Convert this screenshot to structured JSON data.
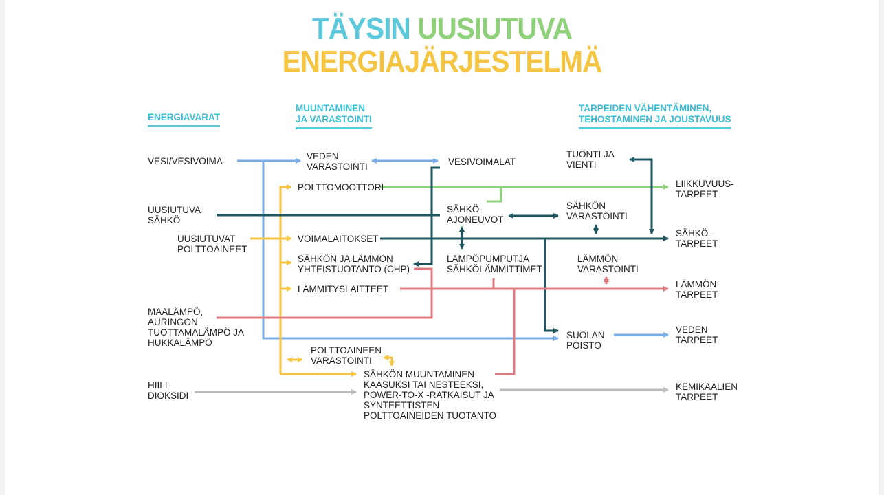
{
  "title": {
    "word1": "TÄYSIN",
    "word2": "UUSIUTUVA",
    "line2": "ENERGIAJÄRJESTELMÄ",
    "colors": {
      "word1": "#5bc8dc",
      "word2": "#8fd17a",
      "line2": "#f5c542"
    }
  },
  "headers": {
    "resources": "ENERGIAVARAT",
    "conversion": "MUUNTAMINEN\nJA VARASTOINTI",
    "demand": "TARPEIDEN VÄHENTÄMINEN,\nTEHOSTAMINEN JA JOUSTAVUUS"
  },
  "sources": {
    "hydro": "VESI/VESIVOIMA",
    "renewable_electricity": "UUSIUTUVA\nSÄHKÖ",
    "renewable_fuels": "UUSIUTUVAT\nPOLTTOAINEET",
    "geothermal": "MAALÄMPÖ,\nAURINGON\nTUOTTAMALÄMPÖ JA\nHUKKALÄMPÖ",
    "co2": "HIILI-\nDIOKSIDI"
  },
  "conversion": {
    "water_storage": "VEDEN\nVARASTOINTI",
    "combustion_engine": "POLTTOMOOTTORI",
    "power_plants": "VOIMALAITOKSET",
    "chp": "SÄHKÖN JA LÄMMÖN\nYHTEISTUOTANTO (CHP)",
    "heating_devices": "LÄMMITYSLAITTEET",
    "fuel_storage": "POLTTOAINEEN\nVARASTOINTI",
    "power_to_x": "SÄHKÖN MUUNTAMINEN\nKAASUKSI TAI NESTEEKSI,\nPOWER-TO-X -RATKAISUT JA\nSYNTEETTISTEN\nPOLTTOAINEIDEN TUOTANTO",
    "hydro_plants": "VESIVOIMALAT",
    "electric_vehicles": "SÄHKÖ-\nAJONEUVOT",
    "heat_pumps": "LÄMPÖPUMPUTJA\nSÄHKÖLÄMMITTIMET"
  },
  "flex": {
    "import_export": "TUONTI JA\nVIENTI",
    "electricity_storage": "SÄHKÖN\nVARASTOINTI",
    "heat_storage": "LÄMMÖN\nVARASTOINTI",
    "desalination": "SUOLAN\nPOISTO"
  },
  "needs": {
    "mobility": "LIIKKUVUUS-\nTARPEET",
    "electricity": "SÄHKÖ-\nTARPEET",
    "heat": "LÄMMÖN-\nTARPEET",
    "water": "VEDEN\nTARPEET",
    "chemicals": "KEMIKAALIEN\nTARPEET"
  },
  "flow_colors": {
    "water": "#7aade6",
    "fuel": "#f5c542",
    "mobility": "#8fd17a",
    "electricity": "#1f5660",
    "heat": "#e07c80",
    "carbon": "#bbbbbb"
  }
}
